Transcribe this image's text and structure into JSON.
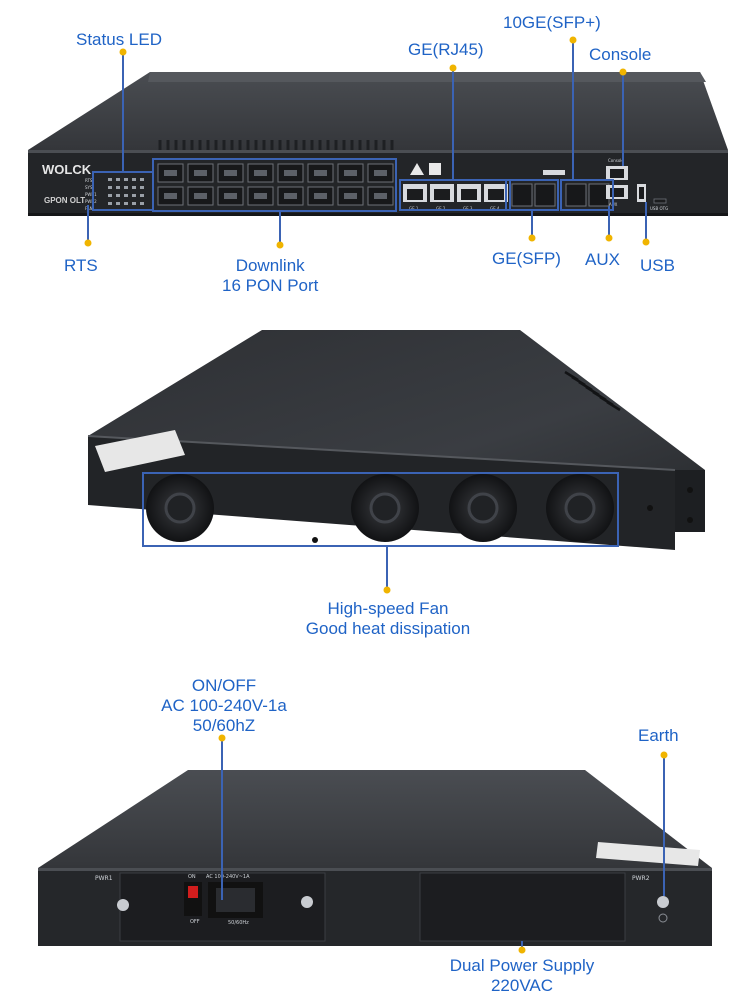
{
  "colors": {
    "callout": "#1f63c6",
    "dot": "#f0b400",
    "chassis": "#2b2d31",
    "chassis_top": "#3f4247",
    "frame": "#3b63b4"
  },
  "device": {
    "brand": "WOLCK",
    "model": "GPON OLT",
    "console_label": "Console",
    "aux_label": "AUX",
    "usb_label": "USB OTG",
    "pwr1_label": "PWR1",
    "pwr2_label": "PWR2",
    "switch_on": "ON",
    "switch_off": "OFF",
    "inlet_rating": "AC 100-240V~1A",
    "inlet_freq": "50/60Hz",
    "ge_ports": [
      "GE 1",
      "GE 2",
      "GE 3",
      "GE 4"
    ],
    "led_labels": [
      "RTS",
      "SYS",
      "PWR1",
      "PWR2",
      "FAN"
    ]
  },
  "front_callouts": {
    "status_led": "Status LED",
    "ge_rj45": "GE(RJ45)",
    "sfp_plus": "10GE(SFP+)",
    "console": "Console",
    "rts": "RTS",
    "downlink_1": "Downlink",
    "downlink_2": "16 PON Port",
    "ge_sfp": "GE(SFP)",
    "aux": "AUX",
    "usb": "USB"
  },
  "fan_callout": {
    "line1": "High-speed Fan",
    "line2": "Good heat dissipation"
  },
  "rear_callouts": {
    "onoff_1": "ON/OFF",
    "onoff_2": "AC 100-240V-1a",
    "onoff_3": "50/60hZ",
    "earth": "Earth",
    "psu_1": "Dual Power Supply",
    "psu_2": "220VAC"
  }
}
